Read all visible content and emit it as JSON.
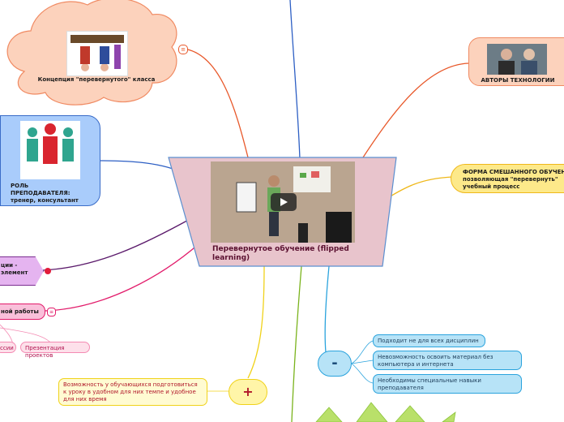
{
  "central": {
    "title": "Перевернутое обучение (flipped learning)"
  },
  "topics": {
    "concept": "Концепция \"перевернутого\" класса",
    "authors": "АВТОРЫ ТЕХНОЛОГИИ",
    "role": "РОЛЬ ПРЕПОДАВАТЕЛЯ: тренер, консультант",
    "form": "ФОРМА СМЕШАННОГО ОБУЧЕНИЯ, позволяющая \"перевернуть\" учебный процесс",
    "left_purple": "ции -\nэлемент",
    "left_pink": "ной работы",
    "minus_label": "-",
    "plus_label": "+"
  },
  "minus_items": [
    "Подходит не для всех дисциплин",
    "Невозможность освоить материал без компьютера и интернета",
    "Необходимы специальные навыки преподавателя"
  ],
  "plus_items": [
    "Возможность у обучающихся подготовиться к уроку в удобном для них темпе и удобное для них время"
  ],
  "sub_pills": [
    "ссии",
    "Презентация проектов"
  ],
  "colors": {
    "central_fill": "#e8c4cc",
    "central_border": "#5b8fd0",
    "cloud_fill": "#fcd2bc",
    "cloud_stroke": "#f08a62",
    "role_fill": "#a9ccfb",
    "form_fill": "#fde98a",
    "minus_fill": "#b7e3f7",
    "plus_fill": "#fff5a8",
    "purple_fill": "#e5b4f0",
    "pink_fill": "#f9c0da"
  }
}
